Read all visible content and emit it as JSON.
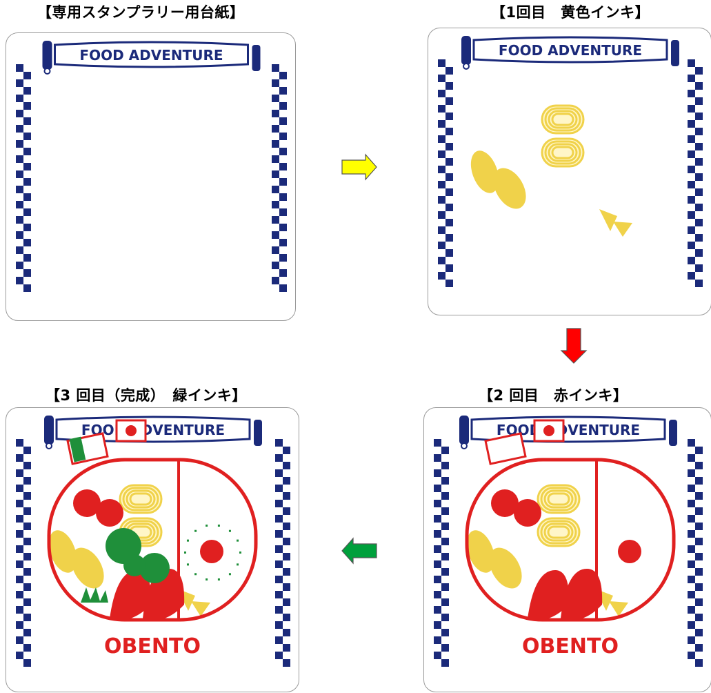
{
  "captions": {
    "blank": "【専用スタンプラリー用台紙】",
    "stage1": "【1回目　黄色インキ】",
    "stage2": "【2 回目　赤インキ】",
    "stage3": "【3 回目（完成）　緑インキ】"
  },
  "card": {
    "banner_text": "FOOD ADVENTURE",
    "obento_text": "OBENTO"
  },
  "colors": {
    "navy": "#1b2a7a",
    "yellow": "#f0d24a",
    "red": "#e02020",
    "green": "#1f8f3a",
    "arrow_yellow": "#ffff00",
    "arrow_red": "#ff0000",
    "arrow_green": "#00a03c"
  }
}
